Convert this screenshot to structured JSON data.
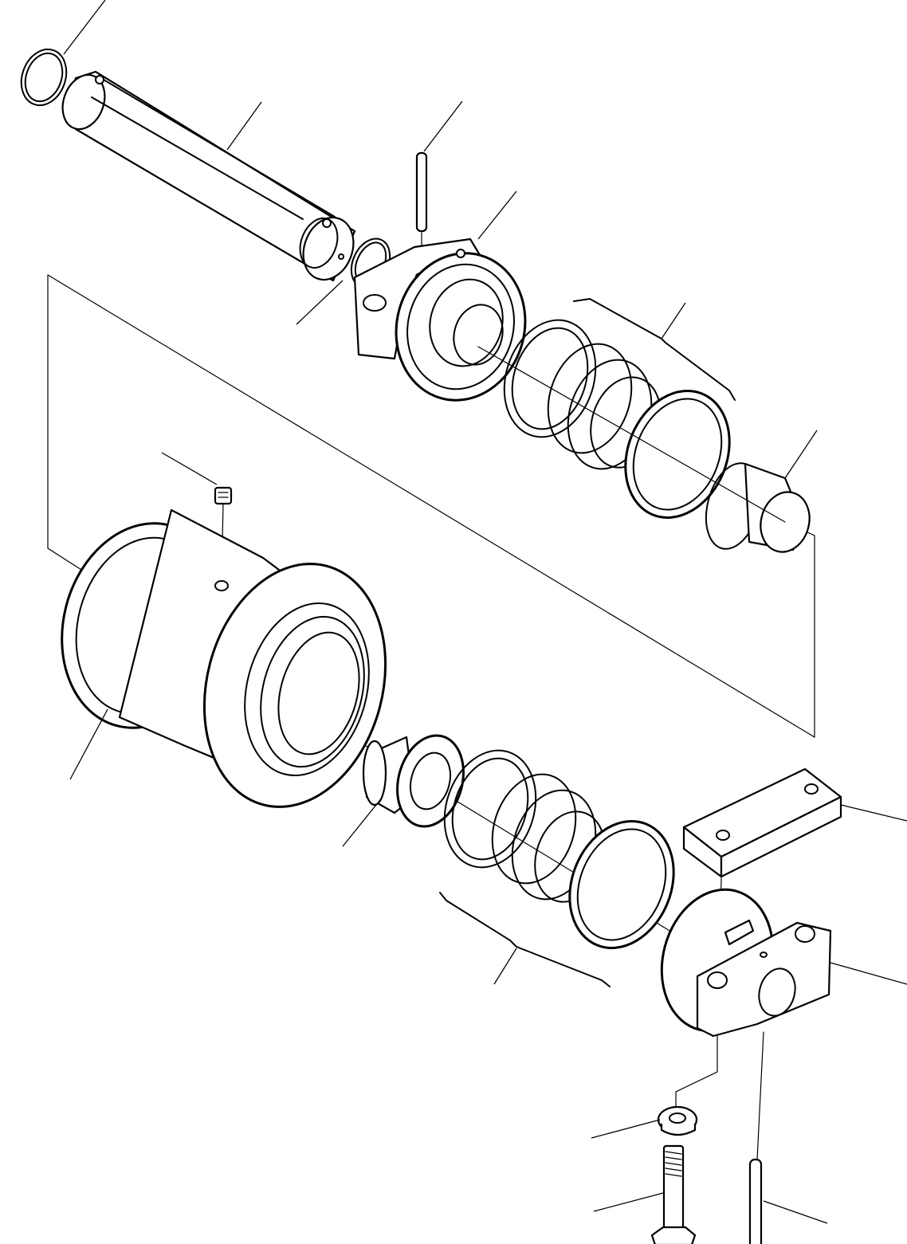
{
  "diagram": {
    "type": "exploded-parts-view",
    "components": [
      "o-ring-upper",
      "roller-shaft",
      "retaining-pin-upper",
      "o-ring-shaft-end",
      "end-collar-upper",
      "seal-group-upper",
      "bushing-upper",
      "plug",
      "roller-body",
      "bushing-lower",
      "thrust-washer",
      "seal-group-lower",
      "guard-plate",
      "end-collar-lower",
      "retaining-pin-lower",
      "lock-washer",
      "cap-screw"
    ]
  }
}
